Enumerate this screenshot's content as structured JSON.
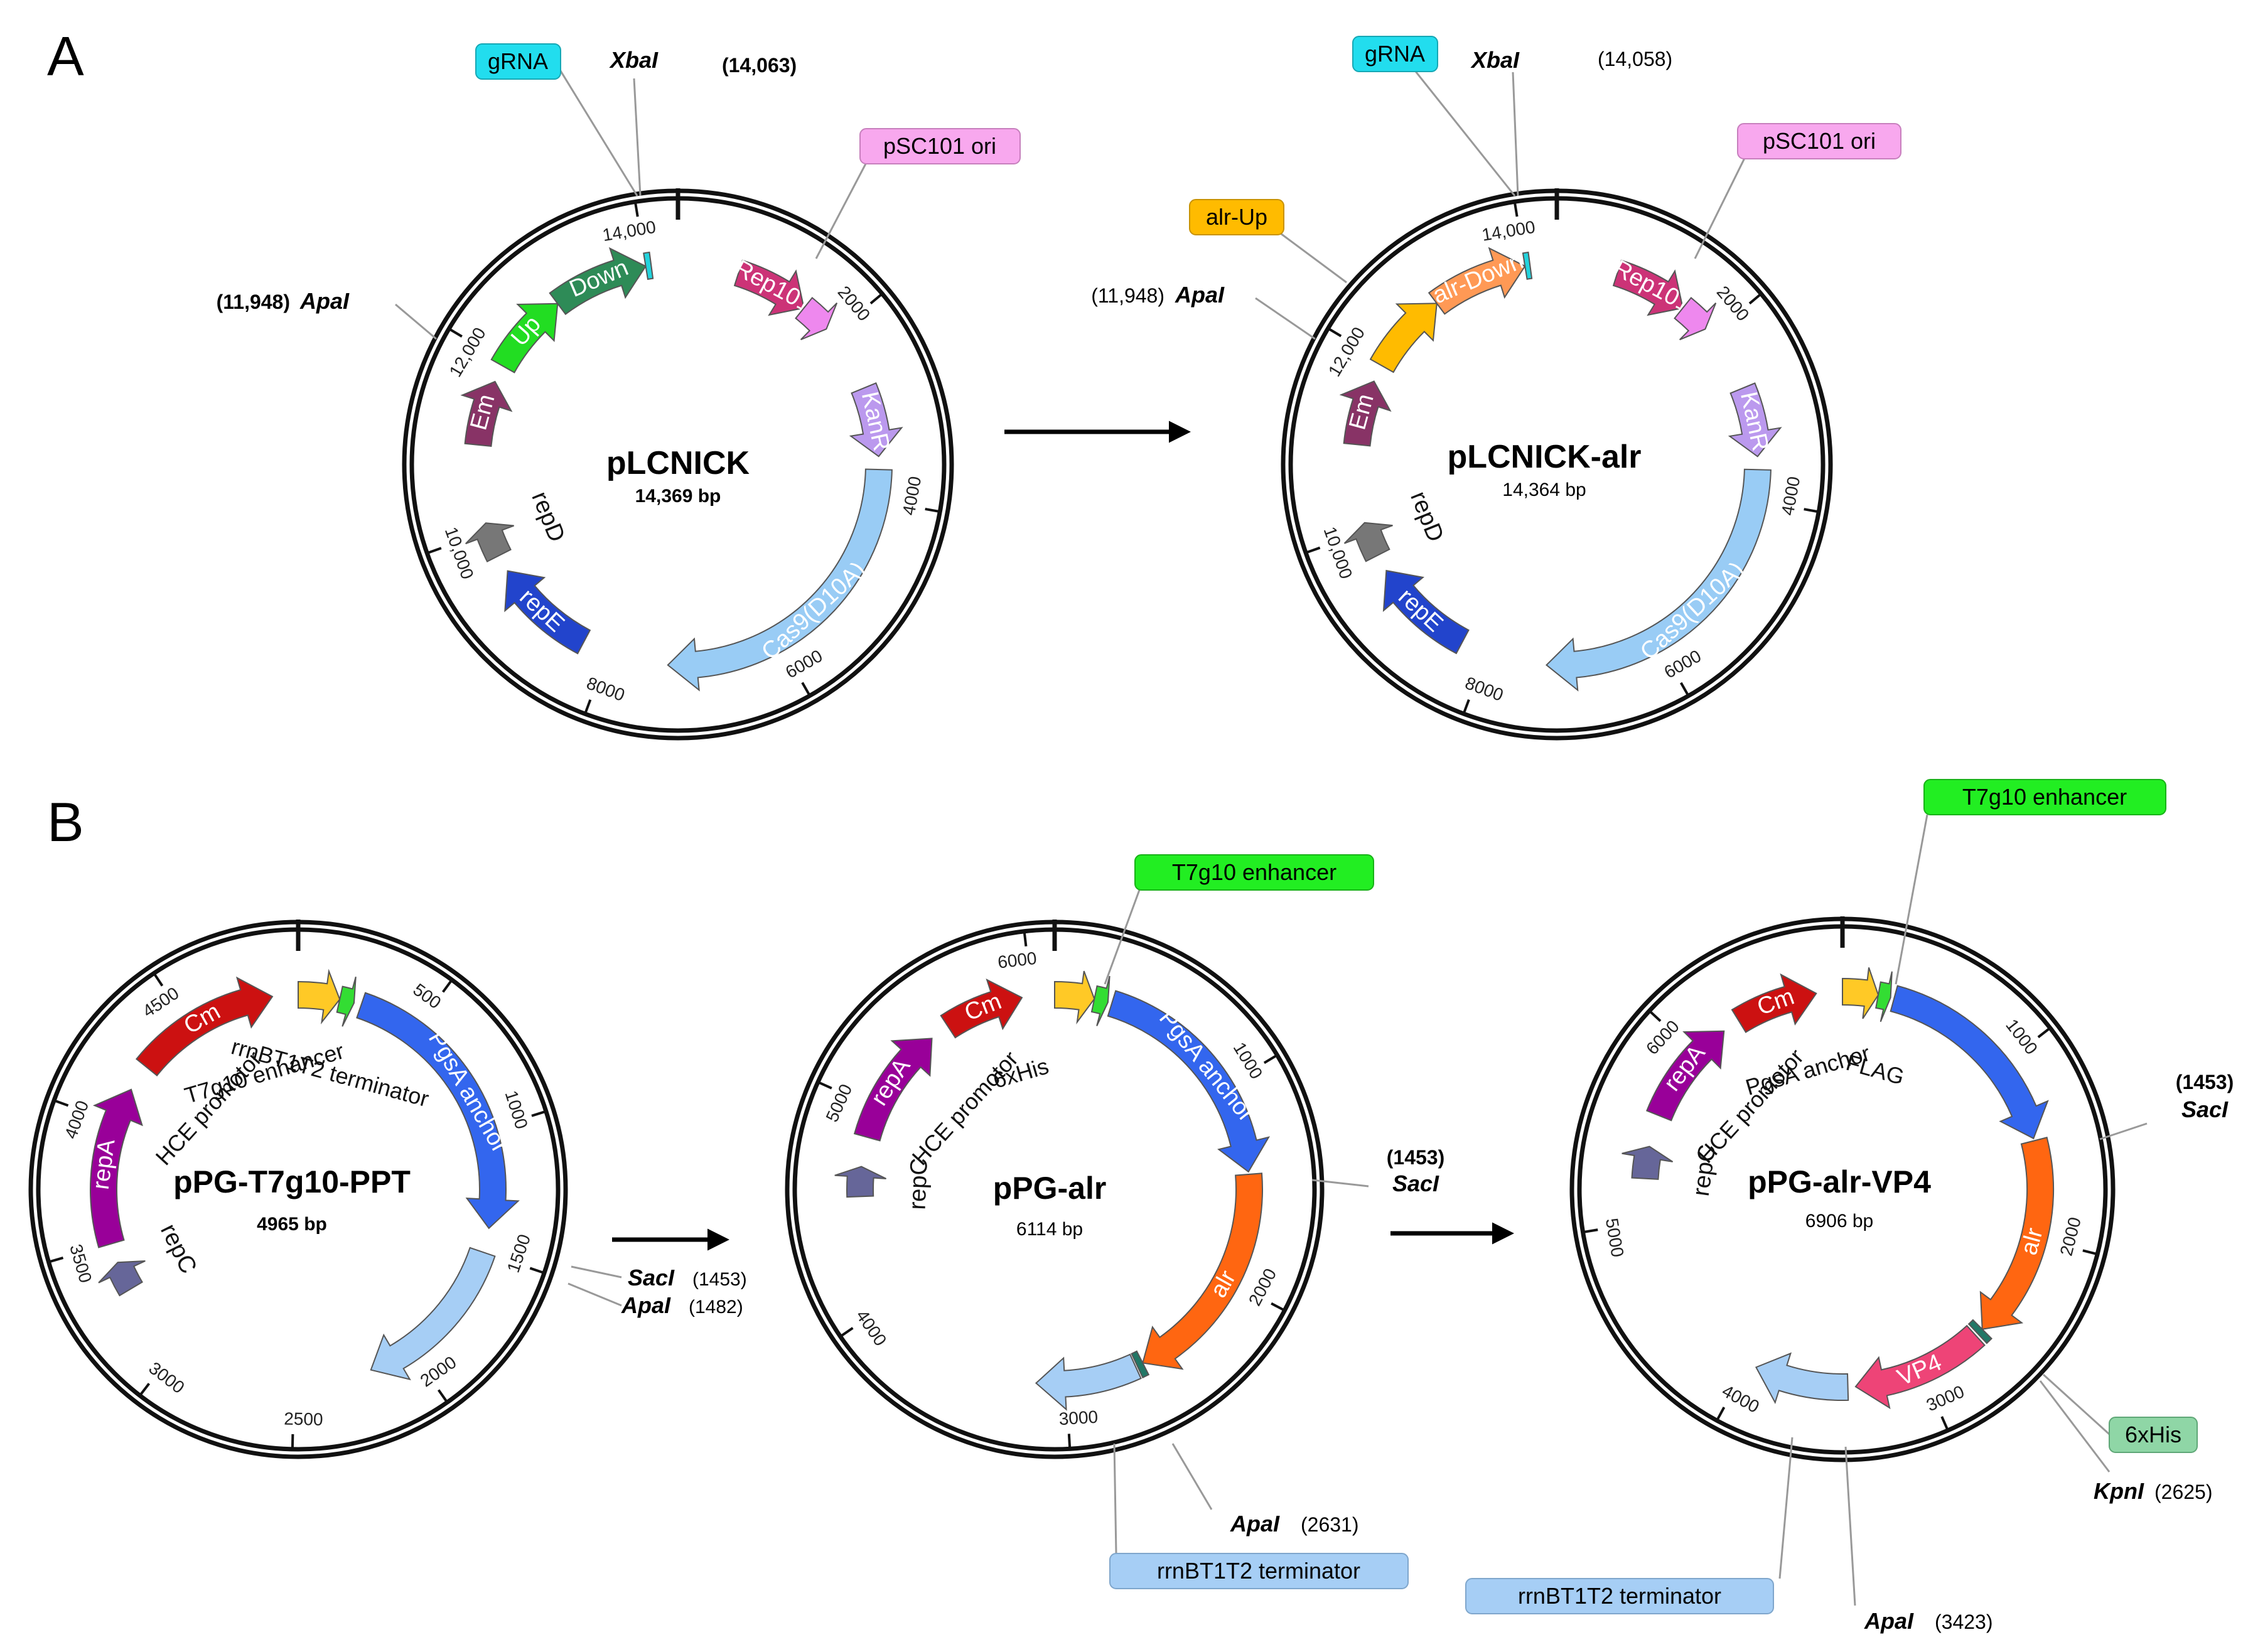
{
  "panels": [
    {
      "letter": "A"
    },
    {
      "letter": "B"
    }
  ],
  "plasmids": [
    {
      "id": "pLCNICK",
      "name": "pLCNICK",
      "size": "14,369 bp",
      "total_bp": 14369,
      "ticks": [
        {
          "label": "14,000",
          "bp": 14000
        },
        {
          "label": "2000",
          "bp": 2000
        },
        {
          "label": "4000",
          "bp": 4000
        },
        {
          "label": "6000",
          "bp": 6000
        },
        {
          "label": "8000",
          "bp": 8000
        },
        {
          "label": "10,000",
          "bp": 10000
        },
        {
          "label": "12,000",
          "bp": 12000
        }
      ],
      "features": [
        {
          "label": "Up",
          "start": 11948,
          "end": 12900,
          "color": "#22dd22"
        },
        {
          "label": "Down",
          "start": 12900,
          "end": 14000,
          "color": "#2e8b57"
        },
        {
          "label": "",
          "start": 14000,
          "end": 14063,
          "color": "#22d3dd"
        },
        {
          "label": "Rep101",
          "start": 700,
          "end": 1550,
          "color": "#cc3377"
        },
        {
          "label": "",
          "start": 1550,
          "end": 1900,
          "color": "#ee88ee"
        },
        {
          "label": "KanR",
          "start": 2700,
          "end": 3500,
          "color": "#bb99ee"
        },
        {
          "label": "Cas9(D10A)",
          "start": 3650,
          "end": 7300,
          "color": "#99ccf5"
        },
        {
          "label": "repE",
          "start": 8300,
          "end": 9500,
          "color": "#2244cc"
        },
        {
          "label": "repD",
          "start": 9700,
          "end": 10100,
          "color": "#777777"
        },
        {
          "label": "Em",
          "start": 11000,
          "end": 11750,
          "color": "#883366"
        }
      ],
      "callouts": [
        {
          "label": "gRNA",
          "site": ""
        },
        {
          "label": "XbaI",
          "site": ""
        },
        {
          "label": "(14,063)",
          "site": ""
        },
        {
          "label": "pSC101 ori",
          "site": ""
        },
        {
          "label": "ApaI",
          "site": "(11,948)"
        }
      ]
    },
    {
      "id": "pLCNICK-alr",
      "name": "pLCNICK-alr",
      "size": "14,364 bp",
      "total_bp": 14364,
      "ticks": [
        {
          "label": "14,000",
          "bp": 14000
        },
        {
          "label": "2000",
          "bp": 2000
        },
        {
          "label": "4000",
          "bp": 4000
        },
        {
          "label": "6000",
          "bp": 6000
        },
        {
          "label": "8000",
          "bp": 8000
        },
        {
          "label": "10,000",
          "bp": 10000
        },
        {
          "label": "12,000",
          "bp": 12000
        }
      ],
      "features": [
        {
          "label": "",
          "start": 11948,
          "end": 12900,
          "color": "#ffbb00"
        },
        {
          "label": "alr-Down",
          "start": 12900,
          "end": 14000,
          "color": "#ff9955"
        },
        {
          "label": "",
          "start": 14000,
          "end": 14058,
          "color": "#22d3dd"
        },
        {
          "label": "Rep101",
          "start": 700,
          "end": 1550,
          "color": "#cc3377"
        },
        {
          "label": "",
          "start": 1550,
          "end": 1900,
          "color": "#ee88ee"
        },
        {
          "label": "KanR",
          "start": 2700,
          "end": 3500,
          "color": "#bb99ee"
        },
        {
          "label": "Cas9(D10A)",
          "start": 3650,
          "end": 7300,
          "color": "#99ccf5"
        },
        {
          "label": "repE",
          "start": 8300,
          "end": 9500,
          "color": "#2244cc"
        },
        {
          "label": "repD",
          "start": 9700,
          "end": 10100,
          "color": "#777777"
        },
        {
          "label": "Em",
          "start": 11000,
          "end": 11750,
          "color": "#883366"
        }
      ],
      "callouts": [
        {
          "label": "gRNA",
          "site": ""
        },
        {
          "label": "XbaI",
          "site": ""
        },
        {
          "label": "(14,058)",
          "site": ""
        },
        {
          "label": "pSC101 ori",
          "site": ""
        },
        {
          "label": "alr-Up",
          "site": ""
        },
        {
          "label": "ApaI",
          "site": "(11,948)"
        }
      ]
    },
    {
      "id": "pPG-T7g10-PPT",
      "name": "pPG-T7g10-PPT",
      "size": "4965 bp",
      "total_bp": 4965,
      "ticks": [
        {
          "label": "500",
          "bp": 500
        },
        {
          "label": "1000",
          "bp": 1000
        },
        {
          "label": "1500",
          "bp": 1500
        },
        {
          "label": "2000",
          "bp": 2000
        },
        {
          "label": "2500",
          "bp": 2500
        },
        {
          "label": "3000",
          "bp": 3000
        },
        {
          "label": "3500",
          "bp": 3500
        },
        {
          "label": "4000",
          "bp": 4000
        },
        {
          "label": "4500",
          "bp": 4500
        }
      ],
      "features": [
        {
          "label": "",
          "start": 0,
          "end": 170,
          "color": "#ffc926"
        },
        {
          "label": "",
          "start": 170,
          "end": 230,
          "color": "#33dd33"
        },
        {
          "label": "PgsA anchor",
          "start": 260,
          "end": 1400,
          "color": "#3366ee"
        },
        {
          "label": "",
          "start": 1500,
          "end": 2180,
          "color": "#a6cef5"
        },
        {
          "label": "repC",
          "start": 3300,
          "end": 3420,
          "color": "#666699"
        },
        {
          "label": "repA",
          "start": 3500,
          "end": 4150,
          "color": "#990099"
        },
        {
          "label": "Cm",
          "start": 4260,
          "end": 4860,
          "color": "#cc1111"
        }
      ],
      "inner_labels": [
        {
          "label": "HCE promotor"
        },
        {
          "label": "T7g10 enhancer"
        },
        {
          "label": "rrnBT1T2 terminator"
        }
      ],
      "callouts": [
        {
          "label": "SacI",
          "site": "(1453)"
        },
        {
          "label": "ApaI",
          "site": "(1482)"
        }
      ]
    },
    {
      "id": "pPG-alr",
      "name": "pPG-alr",
      "size": "6114 bp",
      "total_bp": 6114,
      "ticks": [
        {
          "label": "1000",
          "bp": 1000
        },
        {
          "label": "2000",
          "bp": 2000
        },
        {
          "label": "3000",
          "bp": 3000
        },
        {
          "label": "4000",
          "bp": 4000
        },
        {
          "label": "5000",
          "bp": 5000
        },
        {
          "label": "6000",
          "bp": 6000
        }
      ],
      "features": [
        {
          "label": "",
          "start": 0,
          "end": 200,
          "color": "#ffc926"
        },
        {
          "label": "",
          "start": 200,
          "end": 270,
          "color": "#33dd33"
        },
        {
          "label": "PgsA anchor",
          "start": 290,
          "end": 1440,
          "color": "#3366ee"
        },
        {
          "label": "alr",
          "start": 1453,
          "end": 2600,
          "color": "#ff6611"
        },
        {
          "label": "",
          "start": 2600,
          "end": 2631,
          "color": "#227766"
        },
        {
          "label": "",
          "start": 2640,
          "end": 3150,
          "color": "#a6cef5"
        },
        {
          "label": "repC",
          "start": 4550,
          "end": 4700,
          "color": "#666699"
        },
        {
          "label": "repA",
          "start": 4850,
          "end": 5450,
          "color": "#990099"
        },
        {
          "label": "Cm",
          "start": 5550,
          "end": 5950,
          "color": "#cc1111"
        }
      ],
      "inner_labels": [
        {
          "label": "HCE promotor"
        },
        {
          "label": "6xHis"
        }
      ],
      "callouts": [
        {
          "label": "T7g10 enhancer",
          "site": ""
        },
        {
          "label": "SacI",
          "site": "(1453)"
        },
        {
          "label": "ApaI",
          "site": "(2631)"
        },
        {
          "label": "rrnBT1T2 terminator",
          "site": ""
        }
      ]
    },
    {
      "id": "pPG-alr-VP4",
      "name": "pPG-alr-VP4",
      "size": "6906 bp",
      "total_bp": 6906,
      "ticks": [
        {
          "label": "1000",
          "bp": 1000
        },
        {
          "label": "2000",
          "bp": 2000
        },
        {
          "label": "3000",
          "bp": 3000
        },
        {
          "label": "4000",
          "bp": 4000
        },
        {
          "label": "5000",
          "bp": 5000
        },
        {
          "label": "6000",
          "bp": 6000
        }
      ],
      "features": [
        {
          "label": "",
          "start": 0,
          "end": 200,
          "color": "#ffc926"
        },
        {
          "label": "",
          "start": 200,
          "end": 270,
          "color": "#33dd33"
        },
        {
          "label": "",
          "start": 290,
          "end": 1440,
          "color": "#3366ee"
        },
        {
          "label": "alr",
          "start": 1453,
          "end": 2590,
          "color": "#ff6611"
        },
        {
          "label": "",
          "start": 2590,
          "end": 2625,
          "color": "#227766"
        },
        {
          "label": "VP4",
          "start": 2640,
          "end": 3380,
          "color": "#ee4477"
        },
        {
          "label": "",
          "start": 3423,
          "end": 3950,
          "color": "#a6cef5"
        },
        {
          "label": "repC",
          "start": 5240,
          "end": 5420,
          "color": "#666699"
        },
        {
          "label": "repA",
          "start": 5600,
          "end": 6200,
          "color": "#990099"
        },
        {
          "label": "Cm",
          "start": 6300,
          "end": 6760,
          "color": "#cc1111"
        }
      ],
      "inner_labels": [
        {
          "label": "HCE promotor"
        },
        {
          "label": "PgsA anchor"
        },
        {
          "label": "FLAG"
        }
      ],
      "callouts": [
        {
          "label": "T7g10 enhancer",
          "site": ""
        },
        {
          "label": "SacI",
          "site": "(1453)"
        },
        {
          "label": "6xHis",
          "site": ""
        },
        {
          "label": "KpnI",
          "site": "(2625)"
        },
        {
          "label": "ApaI",
          "site": "(3423)"
        },
        {
          "label": "rrnBT1T2 terminator",
          "site": ""
        }
      ]
    }
  ]
}
